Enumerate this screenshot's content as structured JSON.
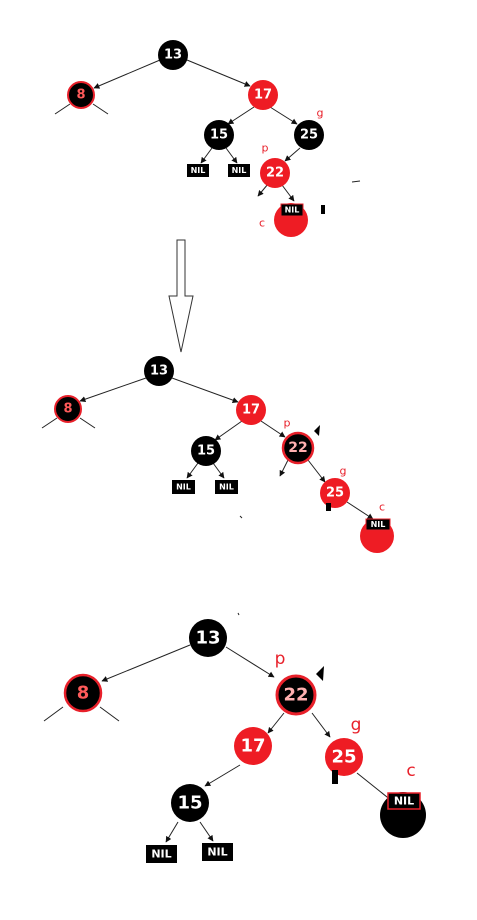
{
  "colors": {
    "red": "#ee1c24",
    "black": "#000000",
    "outline": "#e8202a",
    "label": "#e8202a"
  },
  "diagram1": {
    "nodes": {
      "n13": "13",
      "n8": "8",
      "n17": "17",
      "n15": "15",
      "n25": "25",
      "n22": "22"
    },
    "nil": "NIL",
    "labels": {
      "g": "g",
      "p": "p",
      "c": "c"
    }
  },
  "arrow": {
    "direction": "down"
  },
  "diagram2": {
    "nodes": {
      "n13": "13",
      "n8": "8",
      "n17": "17",
      "n15": "15",
      "n22": "22",
      "n25": "25"
    },
    "nil": "NIL",
    "labels": {
      "p": "p",
      "g": "g",
      "c": "c"
    }
  },
  "diagram3": {
    "nodes": {
      "n13": "13",
      "n8": "8",
      "n22": "22",
      "n17": "17",
      "n25": "25",
      "n15": "15"
    },
    "nil": "NIL",
    "labels": {
      "p": "p",
      "g": "g",
      "c": "c"
    }
  }
}
